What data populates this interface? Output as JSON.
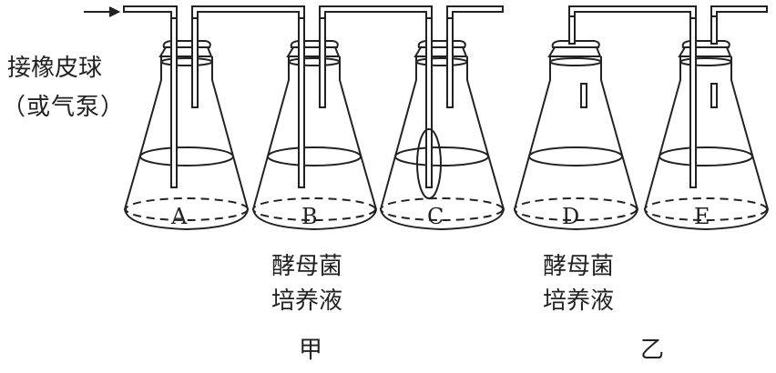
{
  "pump_label": {
    "line1": "接橡皮球",
    "line2": "（或气泵）"
  },
  "flasks": [
    {
      "id": "A",
      "letter": "A"
    },
    {
      "id": "B",
      "letter": "B"
    },
    {
      "id": "C",
      "letter": "C"
    },
    {
      "id": "D",
      "letter": "D"
    },
    {
      "id": "E",
      "letter": "E"
    }
  ],
  "captions": {
    "b_line1": "酵母菌",
    "b_line2": "培养液",
    "d_line1": "酵母菌",
    "d_line2": "培养液"
  },
  "groups": {
    "jia": "甲",
    "yi": "乙"
  }
}
